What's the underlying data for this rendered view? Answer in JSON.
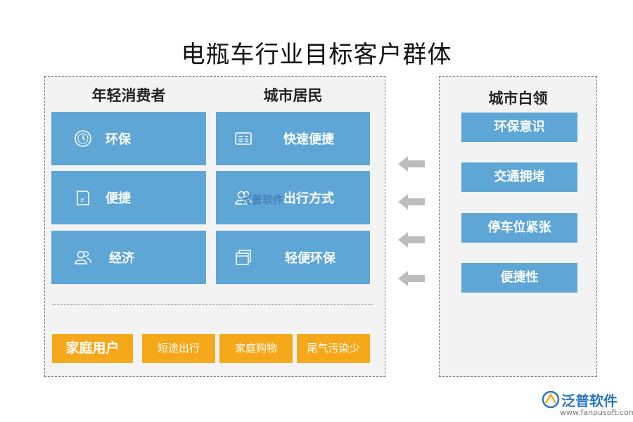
{
  "title": "电瓶车行业目标客户群体",
  "left_panel": {
    "headings": [
      "年轻消费者",
      "城市居民"
    ],
    "cards": [
      {
        "icon": "clock-icon",
        "label": "环保"
      },
      {
        "icon": "newspaper-icon",
        "label": "快速便捷"
      },
      {
        "icon": "document-icon",
        "label": "便捷"
      },
      {
        "icon": "people-icon",
        "label": "出行方式"
      },
      {
        "icon": "people-icon",
        "label": "经济"
      },
      {
        "icon": "windows-icon",
        "label": "轻便环保"
      }
    ],
    "bottom": {
      "main_label": "家庭用户",
      "items": [
        "短途出行",
        "家庭购物",
        "尾气污染少"
      ]
    }
  },
  "right_panel": {
    "heading": "城市白领",
    "items": [
      "环保意识",
      "交通拥堵",
      "停车位紧张",
      "便捷性"
    ]
  },
  "watermark": "泛普软件",
  "logo": {
    "text": "泛普软件",
    "url": "www.fanpusoft.com"
  },
  "colors": {
    "card_blue": "#5ea6d6",
    "orange": "#f6a81b",
    "arrow_gray": "#bdbdbd"
  }
}
